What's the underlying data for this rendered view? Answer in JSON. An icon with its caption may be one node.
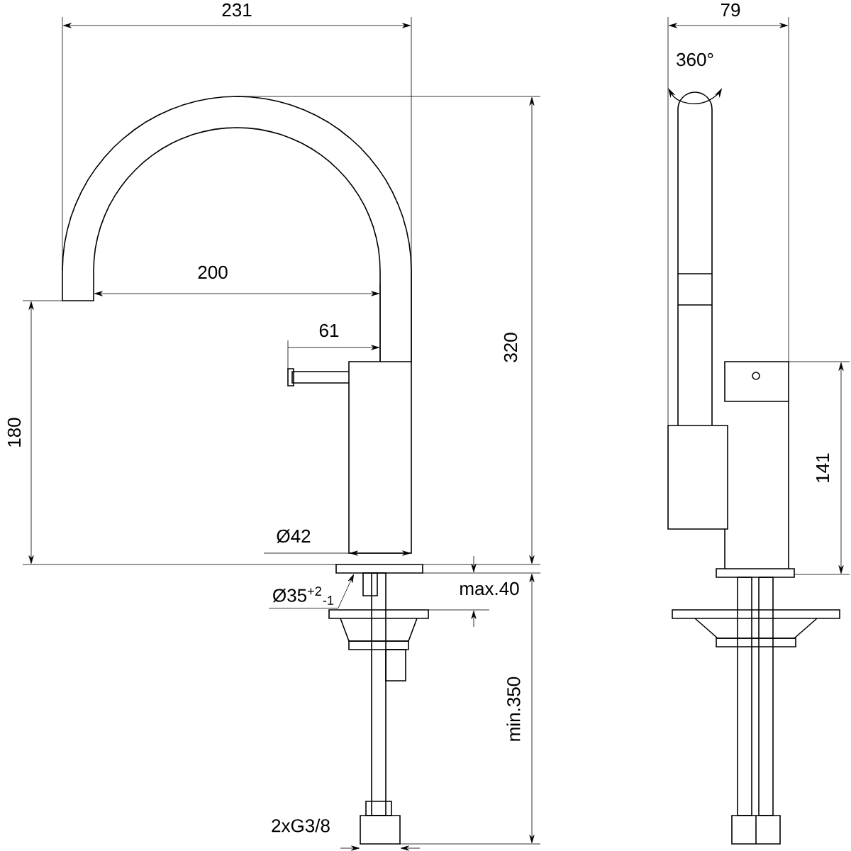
{
  "diagram": {
    "nodes": [
      {
        "text": [
          "Ø35$^{+2}$$_{-1}$"
        ]
      },
      {
        "text": [],
        "shape": "bar"
      }
    ],
    "edges": [
      {
        "from": 0,
        "to": 1,
        "arrow": "to"
      }
    ],
    "labels": [
      "231",
      "79",
      "360°",
      "200",
      "61",
      "320",
      "180",
      "141",
      "Ø42",
      "max.40",
      "min.350",
      "2xG3/8"
    ]
  }
}
